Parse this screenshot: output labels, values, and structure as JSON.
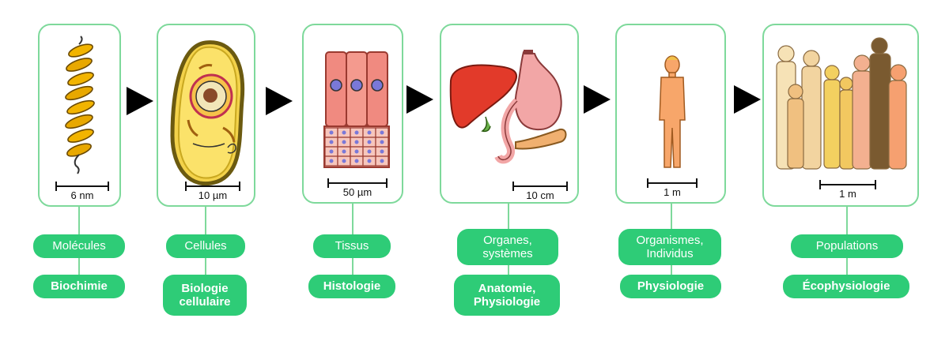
{
  "colors": {
    "accent": "#2ecc77",
    "border": "#7ed99b",
    "arrow": "#000000"
  },
  "levels": [
    {
      "scale": "6 nm",
      "level": "Molécules",
      "discipline": "Biochimie",
      "icon": "protein-helix-icon"
    },
    {
      "scale": "10 µm",
      "level": "Cellules",
      "discipline": "Biologie cellulaire",
      "icon": "cell-icon"
    },
    {
      "scale": "50 µm",
      "level": "Tissus",
      "discipline": "Histologie",
      "icon": "tissue-icon"
    },
    {
      "scale": "10 cm",
      "level": "Organes, systèmes",
      "discipline": "Anatomie, Physiologie",
      "icon": "organs-icon"
    },
    {
      "scale": "1 m",
      "level": "Organismes, Individus",
      "discipline": "Physiologie",
      "icon": "human-figure-icon"
    },
    {
      "scale": "1 m",
      "level": "Populations",
      "discipline": "Écophysiologie",
      "icon": "population-icon"
    }
  ],
  "labels_split": {
    "cell_disc": [
      "Biologie",
      "cellulaire"
    ],
    "org_level": [
      "Organes,",
      "systèmes"
    ],
    "org_disc": [
      "Anatomie,",
      "Physiologie"
    ],
    "ind_level": [
      "Organismes,",
      "Individus"
    ]
  }
}
